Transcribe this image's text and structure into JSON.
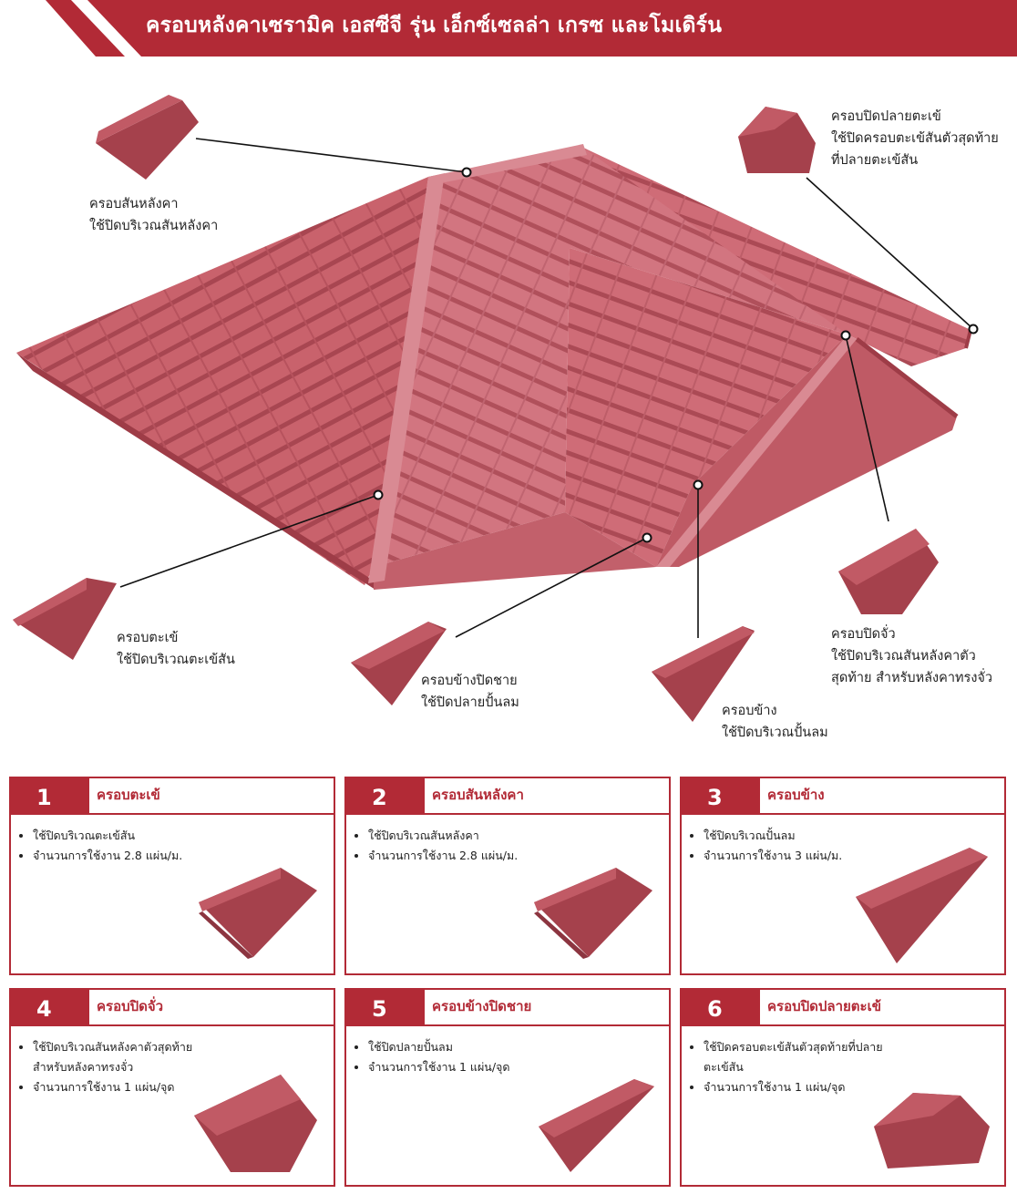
{
  "header": {
    "title": "ครอบหลังคาเซรามิค เอสซีจี รุ่น เอ็กซ์เซลล่า เกรซ และโมเดิร์น",
    "color": "#b22a36"
  },
  "callouts": {
    "ridge": {
      "title": "ครอบสันหลังคา",
      "desc": "ใช้ปิดบริเวณสันหลังคา"
    },
    "hip_end": {
      "title": "ครอบปิดปลายตะเข้",
      "desc_line1": "ใช้ปิดครอบตะเข้สันตัวสุดท้าย",
      "desc_line2": "ที่ปลายตะเข้สัน"
    },
    "hip": {
      "title": "ครอบตะเข้",
      "desc": "ใช้ปิดบริเวณตะเข้สัน"
    },
    "barge_end": {
      "title": "ครอบข้างปิดชาย",
      "desc": "ใช้ปิดปลายปั้นลม"
    },
    "barge": {
      "title": "ครอบข้าง",
      "desc": "ใช้ปิดบริเวณปั้นลม"
    },
    "gable_end": {
      "title": "ครอบปิดจั่ว",
      "desc_line1": "ใช้ปิดบริเวณสันหลังคาตัว",
      "desc_line2": "สุดท้าย สำหรับหลังคาทรงจั่ว"
    }
  },
  "cards": [
    {
      "number": "1",
      "title": "ครอบตะเข้",
      "bullets": [
        "ใช้ปิดบริเวณตะเข้สัน",
        "จำนวนการใช้งาน 2.8 แผ่น/ม."
      ]
    },
    {
      "number": "2",
      "title": "ครอบสันหลังคา",
      "bullets": [
        "ใช้ปิดบริเวณสันหลังคา",
        "จำนวนการใช้งาน 2.8 แผ่น/ม."
      ]
    },
    {
      "number": "3",
      "title": "ครอบข้าง",
      "bullets": [
        "ใช้ปิดบริเวณปั้นลม",
        "จำนวนการใช้งาน 3 แผ่น/ม."
      ]
    },
    {
      "number": "4",
      "title": "ครอบปิดจั่ว",
      "bullets": [
        "ใช้ปิดบริเวณสันหลังคาตัวสุดท้าย สำหรับหลังคาทรงจั่ว",
        "จำนวนการใช้งาน 1 แผ่น/จุด"
      ]
    },
    {
      "number": "5",
      "title": "ครอบข้างปิดชาย",
      "bullets": [
        "ใช้ปิดปลายปั้นลม",
        "จำนวนการใช้งาน 1 แผ่น/จุด"
      ]
    },
    {
      "number": "6",
      "title": "ครอบปิดปลายตะเข้",
      "bullets": [
        "ใช้ปิดครอบตะเข้สันตัวสุดท้ายที่ปลายตะเข้สัน",
        "จำนวนการใช้งาน 1 แผ่น/จุด"
      ]
    }
  ]
}
